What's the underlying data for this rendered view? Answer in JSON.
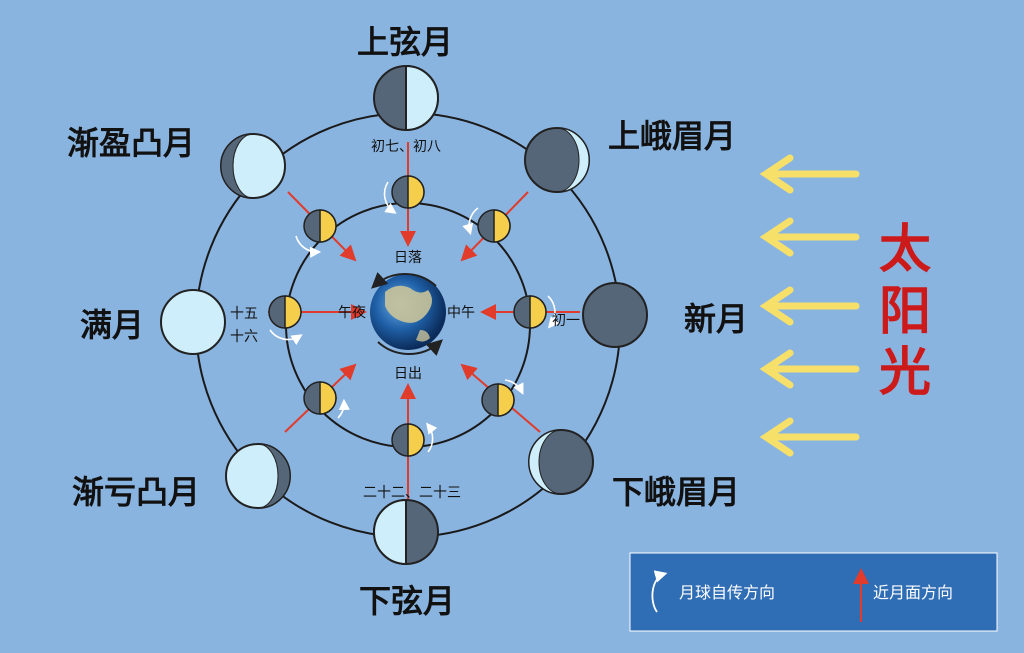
{
  "phases": {
    "first_quarter": "上弦月",
    "waxing_crescent": "上峨眉月",
    "new_moon": "新月",
    "waning_crescent": "下峨眉月",
    "last_quarter": "下弦月",
    "waning_gibbous": "渐亏凸月",
    "full_moon": "满月",
    "waxing_gibbous": "渐盈凸月"
  },
  "lunar_days": {
    "first_quarter": "初七、初八",
    "new_moon": "初一",
    "full_moon_a": "十五",
    "full_moon_b": "十六",
    "last_quarter": "二十二、二十三"
  },
  "earth_times": {
    "sunset": "日落",
    "noon": "中午",
    "sunrise": "日出",
    "midnight": "午夜"
  },
  "sunlight": [
    "太",
    "阳",
    "光"
  ],
  "legend": {
    "rotation": "月球自传方向",
    "near_side": "近月面方向"
  },
  "colors": {
    "background": "#8ab4e0",
    "moon_lit": "#cdeefa",
    "moon_dark": "#556678",
    "small_moon_lit": "#f5cf4b",
    "arrow_red": "#e03b2b",
    "sunlight_arrow": "#f7e06a",
    "sunlight_text": "#cc1a1a",
    "legend_box": "#2f6db5"
  }
}
